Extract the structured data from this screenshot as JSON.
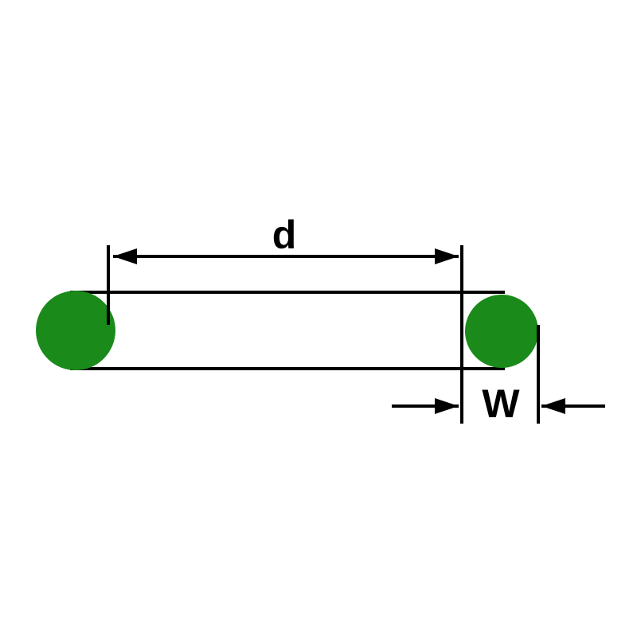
{
  "diagram": {
    "type": "o-ring-dimension-drawing",
    "labels": {
      "inner_diameter": "d",
      "cross_section_width": "W"
    },
    "colors": {
      "oring_green": "#1a8a1a",
      "line_black": "#000000",
      "background": "#ffffff"
    }
  }
}
